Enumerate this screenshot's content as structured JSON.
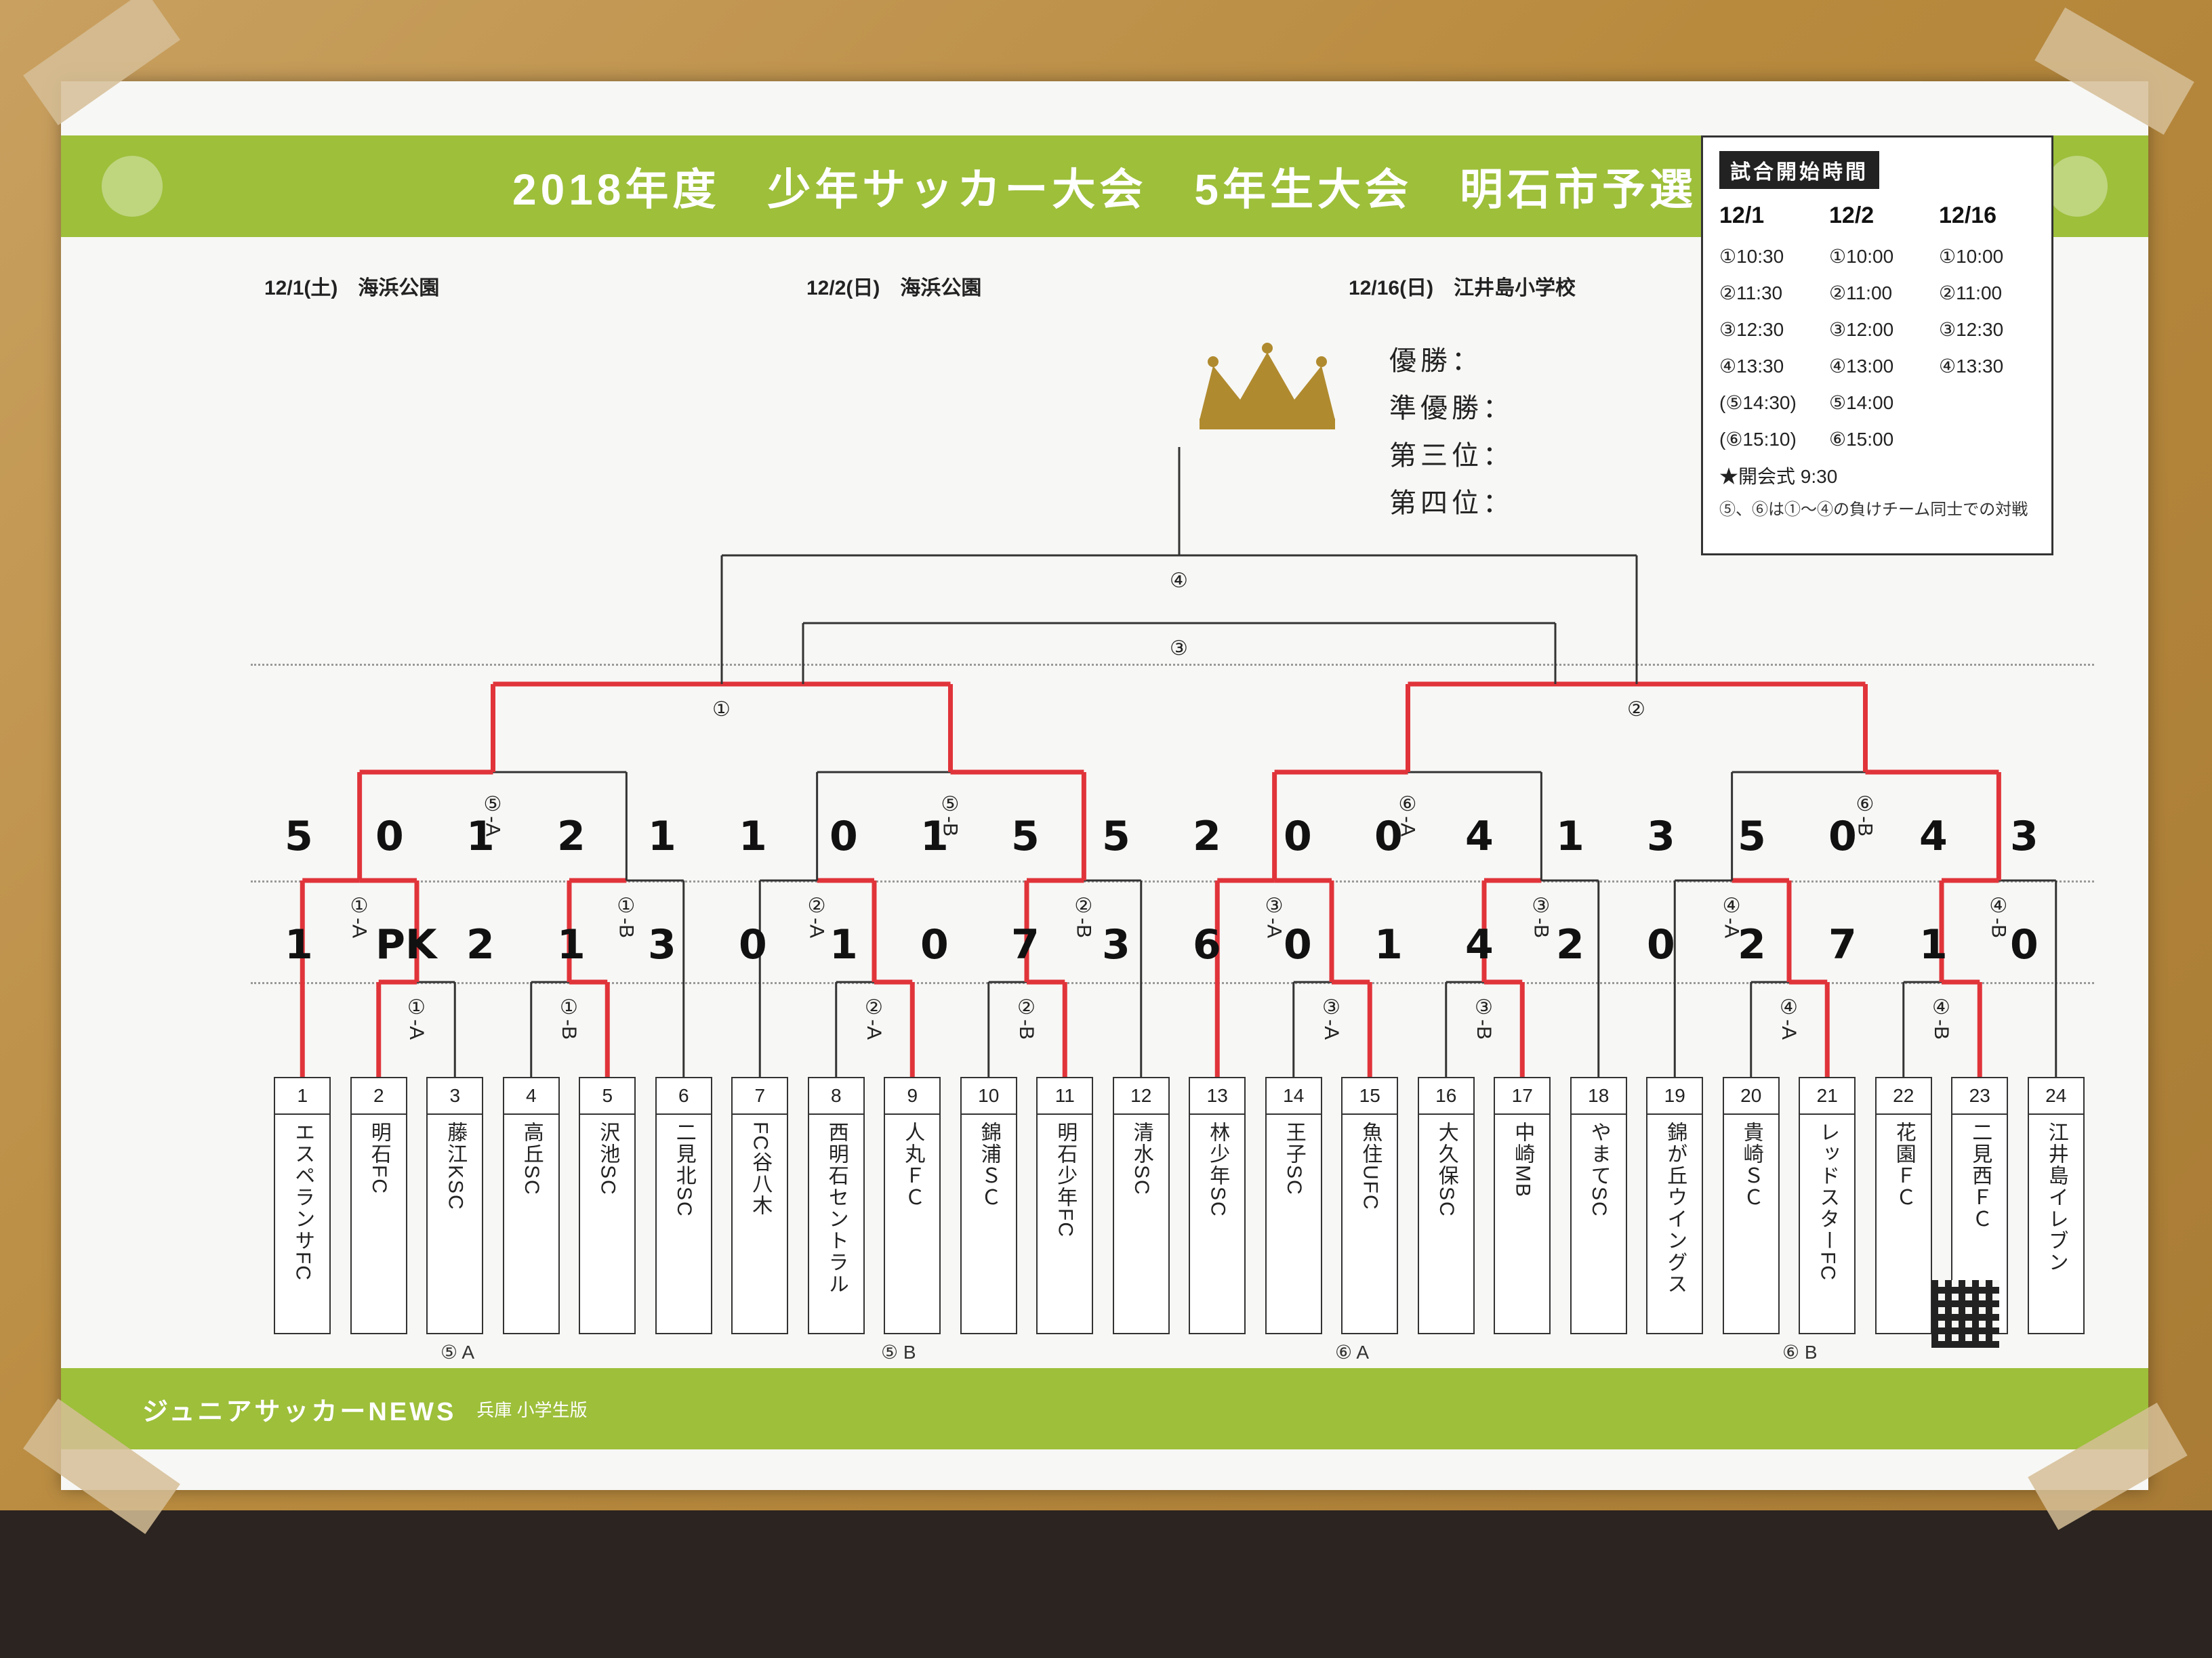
{
  "poster": {
    "title": "2018年度　少年サッカー大会　5年生大会　明石市予選",
    "news_label": "ジュニアサッカーNEWS",
    "news_sub": "兵庫 小学生版"
  },
  "days": [
    {
      "date": "12/1(土)",
      "venue": "海浜公園"
    },
    {
      "date": "12/2(日)",
      "venue": "海浜公園"
    },
    {
      "date": "12/16(日)",
      "venue": "江井島小学校"
    }
  ],
  "teams": [
    {
      "num": "1",
      "name": "エスペランサFC"
    },
    {
      "num": "2",
      "name": "明石FC"
    },
    {
      "num": "3",
      "name": "藤江KSC"
    },
    {
      "num": "4",
      "name": "高丘SC"
    },
    {
      "num": "5",
      "name": "沢池SC"
    },
    {
      "num": "6",
      "name": "二見北SC"
    },
    {
      "num": "7",
      "name": "FC谷八木"
    },
    {
      "num": "8",
      "name": "西明石セントラル"
    },
    {
      "num": "9",
      "name": "人丸ＦＣ"
    },
    {
      "num": "10",
      "name": "錦浦ＳＣ"
    },
    {
      "num": "11",
      "name": "明石少年FC"
    },
    {
      "num": "12",
      "name": "清水SC"
    },
    {
      "num": "13",
      "name": "林少年SC"
    },
    {
      "num": "14",
      "name": "王子SC"
    },
    {
      "num": "15",
      "name": "魚住UFC"
    },
    {
      "num": "16",
      "name": "大久保SC"
    },
    {
      "num": "17",
      "name": "中崎MB"
    },
    {
      "num": "18",
      "name": "やまてSC"
    },
    {
      "num": "19",
      "name": "錦が丘ウイングス"
    },
    {
      "num": "20",
      "name": "貴崎ＳＣ"
    },
    {
      "num": "21",
      "name": "レッドスターFC"
    },
    {
      "num": "22",
      "name": "花園ＦＣ"
    },
    {
      "num": "23",
      "name": "二見西ＦＣ"
    },
    {
      "num": "24",
      "name": "江井島イレブン"
    }
  ],
  "group_tags": [
    "⑤ A",
    "⑤ B",
    "⑥ A",
    "⑥ B"
  ],
  "match_labels": {
    "m1a_r1": "①-A",
    "m1b_r1": "①-B",
    "m2a_r1": "②-A",
    "m2b_r1": "②-B",
    "m3a_r1": "③-A",
    "m3b_r1": "③-B",
    "m4a_r1": "④-A",
    "m4b_r1": "④-B",
    "m1a_r2": "①-A",
    "m1b_r2": "①-B",
    "m2a_r2": "②-A",
    "m2b_r2": "②-B",
    "m3a_r2": "③-A",
    "m3b_r2": "③-B",
    "m4a_r2": "④-A",
    "m4b_r2": "④-B",
    "m5a": "⑤-A",
    "m5b": "⑤-B",
    "m6a": "⑥-A",
    "m6b": "⑥-B",
    "semi1": "①",
    "semi2": "②",
    "third": "③",
    "final": "④"
  },
  "scores": [
    "1",
    "PK",
    "2",
    "1",
    "3",
    "0",
    "1",
    "0",
    "7",
    "3",
    "6",
    "0",
    "1",
    "4",
    "2",
    "0",
    "2",
    "7",
    "1",
    "0",
    "5",
    "0",
    "1",
    "2",
    "1",
    "1",
    "0",
    "1",
    "5",
    "5",
    "2",
    "0",
    "0",
    "4",
    "1",
    "3",
    "5",
    "0",
    "4",
    "3"
  ],
  "results": {
    "champion": "優勝：",
    "runner_up": "準優勝：",
    "third": "第三位：",
    "fourth": "第四位："
  },
  "schedule": {
    "title": "試合開始時間",
    "columns": [
      {
        "head": "12/1",
        "items": [
          "①10:30",
          "②11:30",
          "③12:30",
          "④13:30",
          "(⑤14:30)",
          "(⑥15:10)"
        ]
      },
      {
        "head": "12/2",
        "items": [
          "①10:00",
          "②11:00",
          "③12:00",
          "④13:00",
          "⑤14:00",
          "⑥15:00"
        ]
      },
      {
        "head": "12/16",
        "items": [
          "①10:00",
          "②11:00",
          "③12:30",
          "④13:30"
        ]
      }
    ],
    "opening": "★開会式 9:30",
    "note": "⑤、⑥は①～④の負けチーム同士での対戦"
  },
  "colors": {
    "accent_green": "#9dbf3a",
    "winner_red": "#e0343a",
    "line": "#333333",
    "crown_gold": "#b08a2e"
  }
}
